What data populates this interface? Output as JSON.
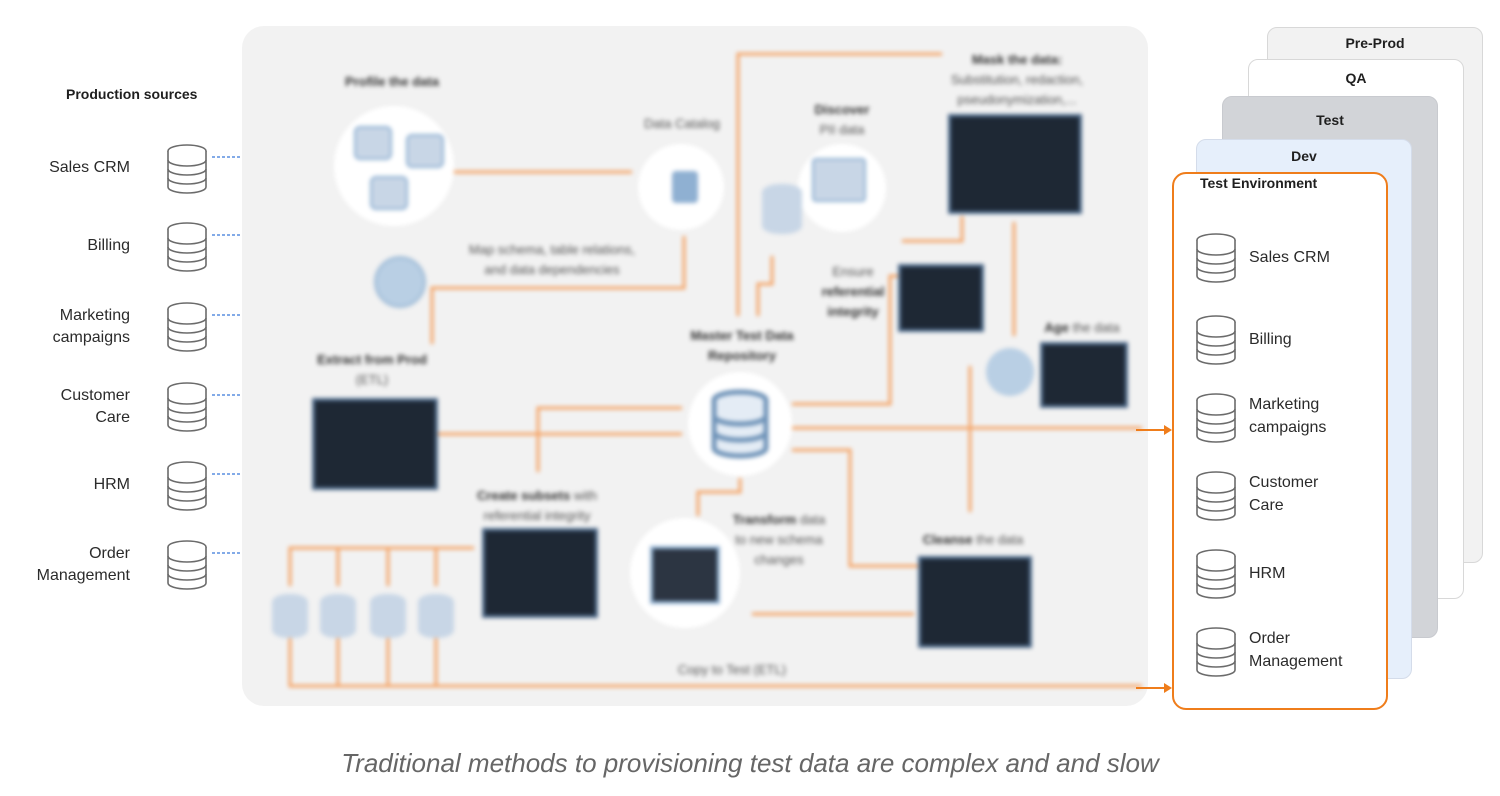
{
  "production_sources": {
    "title": "Production sources",
    "items": [
      {
        "line1": "Sales CRM",
        "line2": ""
      },
      {
        "line1": "Billing",
        "line2": ""
      },
      {
        "line1": "Marketing",
        "line2": "campaigns"
      },
      {
        "line1": "Customer",
        "line2": "Care"
      },
      {
        "line1": "HRM",
        "line2": ""
      },
      {
        "line1": "Order",
        "line2": "Management"
      }
    ]
  },
  "process": {
    "profile": "Profile the data",
    "catalog": "Data Catalog",
    "map_line1": "Map schema, table relations,",
    "map_line2": "and data dependencies",
    "discover_line1": "Discover",
    "discover_line2": "PII data",
    "mask_title": "Mask the data:",
    "mask_line2": "Substitution, redaction,",
    "mask_line3": "pseudonymization,...",
    "ensure_line1": "Ensure",
    "ensure_line2": "referential",
    "ensure_line3": "integrity",
    "age_bold": "Age",
    "age_rest": " the data",
    "extract_line1": "Extract from Prod",
    "extract_line2": "(ETL)",
    "master_line1": "Master Test Data",
    "master_line2": "Repository",
    "subsets_bold": "Create subsets",
    "subsets_rest": " with",
    "subsets_line2": "referential integrity",
    "transform_bold": "Transform",
    "transform_rest": " data",
    "transform_line2": "to new schema",
    "transform_line3": "changes",
    "cleanse_bold": "Cleanse",
    "cleanse_rest": " the data",
    "copy": "Copy to Test (ETL)"
  },
  "environments": {
    "stack": [
      "Pre-Prod",
      "QA",
      "Test",
      "Dev"
    ],
    "test_environment": {
      "title": "Test Environment",
      "items": [
        {
          "line1": "Sales CRM",
          "line2": ""
        },
        {
          "line1": "Billing",
          "line2": ""
        },
        {
          "line1": "Marketing",
          "line2": "campaigns"
        },
        {
          "line1": "Customer",
          "line2": "Care"
        },
        {
          "line1": "HRM",
          "line2": ""
        },
        {
          "line1": "Order",
          "line2": "Management"
        }
      ]
    }
  },
  "caption": "Traditional methods to provisioning test data are complex and and slow",
  "colors": {
    "accent_orange": "#ef7d1b",
    "source_arrow_blue": "#1a73e8",
    "icon_blue": "#7ea6cc",
    "panel_bg": "#f2f2f2",
    "dev_card": "#e6effb",
    "test_card": "#d2d4d8",
    "qa_card": "#ffffff",
    "preprod_card": "#f2f2f2"
  }
}
